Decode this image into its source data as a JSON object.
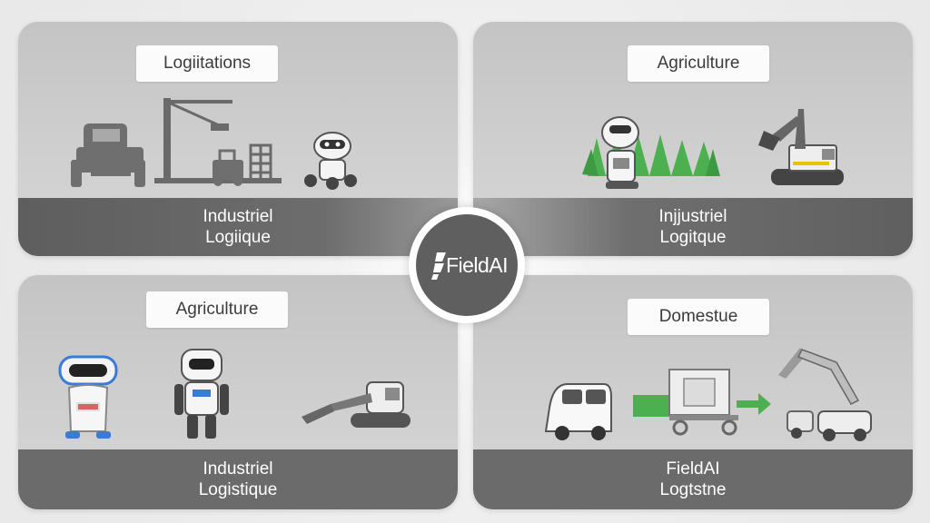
{
  "panels": {
    "top_left": {
      "label": "Logiitations",
      "band_line1": "Industriel",
      "band_line2": "Logiique"
    },
    "top_right": {
      "label": "Agriculture",
      "band_line1": "Injjustriel",
      "band_line2": "Logitque"
    },
    "bottom_left": {
      "label": "Agriculture",
      "band_line1": "Industriel",
      "band_line2": "Logistique"
    },
    "bottom_right": {
      "label": "Domestue",
      "band_line1": "FieldAI",
      "band_line2": "Logtstne"
    }
  },
  "hub": {
    "brand": "FieldAI",
    "icon": "fieldai-logo-icon"
  },
  "colors": {
    "band": "#6b6b6b",
    "panel": "#cccccc",
    "plant_green": "#4caf50",
    "accent_blue": "#3a7bd5"
  },
  "icons": {
    "top_left": [
      "truck-icon",
      "crane-icon",
      "forklift-icon",
      "shelving-icon",
      "robot-icon"
    ],
    "top_right": [
      "robot-icon",
      "crops-icon",
      "excavator-icon"
    ],
    "bottom_left": [
      "robot-icon",
      "humanoid-robot-icon",
      "tracked-excavator-icon"
    ],
    "bottom_right": [
      "delivery-vehicle-icon",
      "cart-icon",
      "arrow-icon",
      "robotic-arm-icon"
    ]
  }
}
